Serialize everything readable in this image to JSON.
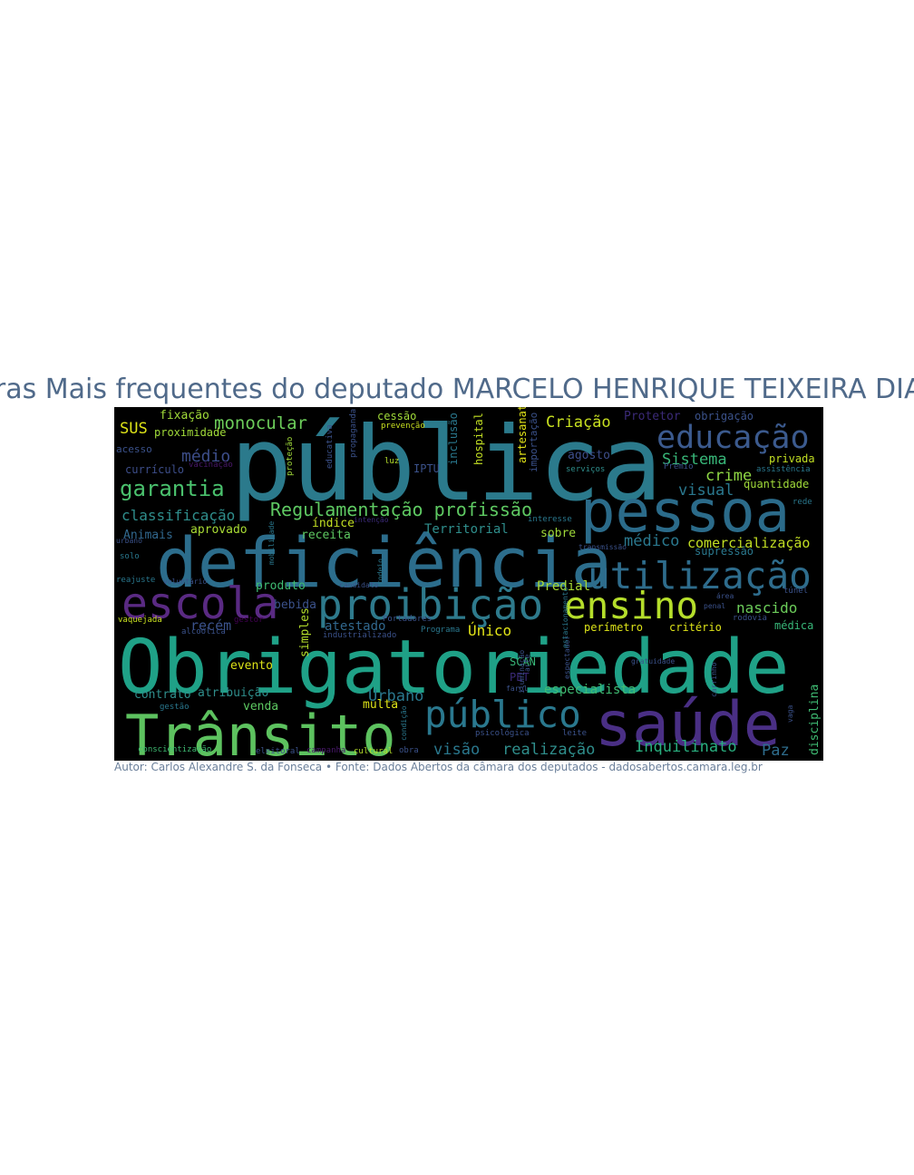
{
  "chart_data": {
    "type": "wordcloud",
    "title": "Palavras Mais frequentes do deputado MARCELO HENRIQUE TEIXEIRA DIAS",
    "caption": "Autor: Carlos Alexandre S. da Fonseca • Fonte: Dados Abertos da câmara dos deputados - dadosabertos.camara.leg.br",
    "colors": {
      "background": "#000000",
      "palette": [
        "#440154",
        "#46327e",
        "#365c8d",
        "#277f8e",
        "#1fa187",
        "#4ac16d",
        "#a0da39",
        "#fde725"
      ]
    },
    "words": [
      {
        "text": "pública",
        "weight": 100,
        "color": "#2b7a8c",
        "orientation": "horizontal"
      },
      {
        "text": "Obrigatoriedade",
        "weight": 88,
        "color": "#1fa187",
        "orientation": "horizontal"
      },
      {
        "text": "deficiência",
        "weight": 78,
        "color": "#2c6d8c",
        "orientation": "horizontal"
      },
      {
        "text": "pessoa",
        "weight": 62,
        "color": "#2b6b8a",
        "orientation": "horizontal"
      },
      {
        "text": "saúde",
        "weight": 66,
        "color": "#4a2f85",
        "orientation": "horizontal"
      },
      {
        "text": "Trânsito",
        "weight": 62,
        "color": "#5dc25f",
        "orientation": "horizontal"
      },
      {
        "text": "escola",
        "weight": 48,
        "color": "#5a2a83",
        "orientation": "horizontal"
      },
      {
        "text": "proibição",
        "weight": 44,
        "color": "#2e7a8c",
        "orientation": "horizontal"
      },
      {
        "text": "utilização",
        "weight": 42,
        "color": "#2e6c8c",
        "orientation": "horizontal"
      },
      {
        "text": "ensino",
        "weight": 42,
        "color": "#b5de2b",
        "orientation": "horizontal"
      },
      {
        "text": "público",
        "weight": 44,
        "color": "#2a788e",
        "orientation": "horizontal"
      },
      {
        "text": "educação",
        "weight": 36,
        "color": "#3b5a8e",
        "orientation": "horizontal"
      },
      {
        "text": "Regulamentação profissão",
        "weight": 22,
        "color": "#5ec962",
        "orientation": "horizontal"
      },
      {
        "text": "garantia",
        "weight": 22,
        "color": "#4ac16d",
        "orientation": "horizontal"
      },
      {
        "text": "monocular",
        "weight": 18,
        "color": "#6ccd5a",
        "orientation": "horizontal"
      },
      {
        "text": "classificação",
        "weight": 18,
        "color": "#2f8e8c",
        "orientation": "horizontal"
      },
      {
        "text": "médio",
        "weight": 17,
        "color": "#3d4e8a",
        "orientation": "horizontal"
      },
      {
        "text": "Sistema",
        "weight": 16,
        "color": "#38b779",
        "orientation": "horizontal"
      },
      {
        "text": "crime",
        "weight": 16,
        "color": "#8fd744",
        "orientation": "horizontal"
      },
      {
        "text": "visual",
        "weight": 16,
        "color": "#2a788e",
        "orientation": "horizontal"
      },
      {
        "text": "médico",
        "weight": 16,
        "color": "#2a788e",
        "orientation": "horizontal"
      },
      {
        "text": "comercialização",
        "weight": 15,
        "color": "#c2df23",
        "orientation": "horizontal"
      },
      {
        "text": "Criação",
        "weight": 16,
        "color": "#c8e020",
        "orientation": "horizontal"
      },
      {
        "text": "SUS",
        "weight": 16,
        "color": "#dde318",
        "orientation": "horizontal"
      },
      {
        "text": "Urbano",
        "weight": 16,
        "color": "#2a788e",
        "orientation": "horizontal"
      },
      {
        "text": "Inquilinato",
        "weight": 16,
        "color": "#29af7f",
        "orientation": "horizontal"
      },
      {
        "text": "visão",
        "weight": 16,
        "color": "#2a788e",
        "orientation": "horizontal"
      },
      {
        "text": "realização",
        "weight": 16,
        "color": "#2f8e8c",
        "orientation": "horizontal"
      },
      {
        "text": "Paz",
        "weight": 16,
        "color": "#2e6c8c",
        "orientation": "horizontal"
      },
      {
        "text": "nascido",
        "weight": 15,
        "color": "#6ccd5a",
        "orientation": "horizontal"
      },
      {
        "text": "Único",
        "weight": 15,
        "color": "#e2e418",
        "orientation": "horizontal"
      },
      {
        "text": "recém",
        "weight": 14,
        "color": "#3b528b",
        "orientation": "horizontal"
      },
      {
        "text": "atestado",
        "weight": 13,
        "color": "#31688e",
        "orientation": "horizontal"
      },
      {
        "text": "Predial",
        "weight": 13,
        "color": "#a8db34",
        "orientation": "horizontal"
      },
      {
        "text": "especialista",
        "weight": 13,
        "color": "#3fbc73",
        "orientation": "horizontal"
      },
      {
        "text": "Territorial",
        "weight": 13,
        "color": "#2f8e8c",
        "orientation": "horizontal"
      },
      {
        "text": "índice",
        "weight": 12,
        "color": "#c2df23",
        "orientation": "horizontal"
      },
      {
        "text": "receita",
        "weight": 12,
        "color": "#5ec962",
        "orientation": "horizontal"
      },
      {
        "text": "Animais",
        "weight": 12,
        "color": "#31688e",
        "orientation": "horizontal"
      },
      {
        "text": "aprovado",
        "weight": 12,
        "color": "#a8db34",
        "orientation": "horizontal"
      },
      {
        "text": "sobre",
        "weight": 12,
        "color": "#a0da39",
        "orientation": "horizontal"
      },
      {
        "text": "agosto",
        "weight": 12,
        "color": "#3d4e8a",
        "orientation": "horizontal"
      },
      {
        "text": "Protetor",
        "weight": 12,
        "color": "#3b2a78",
        "orientation": "horizontal"
      },
      {
        "text": "obrigação",
        "weight": 11,
        "color": "#3b528b",
        "orientation": "horizontal"
      },
      {
        "text": "privada",
        "weight": 11,
        "color": "#c2df23",
        "orientation": "horizontal"
      },
      {
        "text": "quantidade",
        "weight": 11,
        "color": "#a0da39",
        "orientation": "horizontal"
      },
      {
        "text": "supressão",
        "weight": 11,
        "color": "#2a788e",
        "orientation": "horizontal"
      },
      {
        "text": "fixação",
        "weight": 12,
        "color": "#a0da39",
        "orientation": "horizontal"
      },
      {
        "text": "proximidade",
        "weight": 11,
        "color": "#a0da39",
        "orientation": "horizontal"
      },
      {
        "text": "cessão",
        "weight": 11,
        "color": "#a0da39",
        "orientation": "horizontal"
      },
      {
        "text": "prevenção",
        "weight": 8,
        "color": "#c8e020",
        "orientation": "horizontal"
      },
      {
        "text": "acesso",
        "weight": 10,
        "color": "#3b528b",
        "orientation": "horizontal"
      },
      {
        "text": "currículo",
        "weight": 11,
        "color": "#3d4e8a",
        "orientation": "horizontal"
      },
      {
        "text": "vacinação",
        "weight": 8,
        "color": "#48186a",
        "orientation": "horizontal"
      },
      {
        "text": "luz",
        "weight": 8,
        "color": "#b5de2b",
        "orientation": "horizontal"
      },
      {
        "text": "IPTU",
        "weight": 11,
        "color": "#3b528b",
        "orientation": "horizontal"
      },
      {
        "text": "serviços",
        "weight": 8,
        "color": "#2f8e8c",
        "orientation": "horizontal"
      },
      {
        "text": "Prêmio",
        "weight": 8,
        "color": "#3b528b",
        "orientation": "horizontal"
      },
      {
        "text": "assistência",
        "weight": 8,
        "color": "#2a788e",
        "orientation": "horizontal"
      },
      {
        "text": "rede",
        "weight": 8,
        "color": "#2a788e",
        "orientation": "horizontal"
      },
      {
        "text": "produto",
        "weight": 12,
        "color": "#3fbc73",
        "orientation": "horizontal"
      },
      {
        "text": "bebida",
        "weight": 12,
        "color": "#3b528b",
        "orientation": "horizontal"
      },
      {
        "text": "simples",
        "weight": 12,
        "color": "#b5de2b",
        "orientation": "vertical"
      },
      {
        "text": "evento",
        "weight": 12,
        "color": "#dde318",
        "orientation": "horizontal"
      },
      {
        "text": "contrato",
        "weight": 12,
        "color": "#2f8e8c",
        "orientation": "horizontal"
      },
      {
        "text": "atribuição",
        "weight": 12,
        "color": "#2f8e8c",
        "orientation": "horizontal"
      },
      {
        "text": "venda",
        "weight": 12,
        "color": "#5ec962",
        "orientation": "horizontal"
      },
      {
        "text": "multa",
        "weight": 12,
        "color": "#dde318",
        "orientation": "horizontal"
      },
      {
        "text": "SCAN",
        "weight": 11,
        "color": "#38b779",
        "orientation": "horizontal"
      },
      {
        "text": "PET",
        "weight": 11,
        "color": "#3b2a78",
        "orientation": "horizontal"
      },
      {
        "text": "perímetro",
        "weight": 11,
        "color": "#dde318",
        "orientation": "horizontal"
      },
      {
        "text": "critério",
        "weight": 11,
        "color": "#dde318",
        "orientation": "horizontal"
      },
      {
        "text": "médica",
        "weight": 11,
        "color": "#38b779",
        "orientation": "horizontal"
      },
      {
        "text": "disciplina",
        "weight": 12,
        "color": "#3fbc73",
        "orientation": "vertical"
      },
      {
        "text": "inclusão",
        "weight": 11,
        "color": "#2a788e",
        "orientation": "vertical"
      },
      {
        "text": "hospital",
        "weight": 11,
        "color": "#c2df23",
        "orientation": "vertical"
      },
      {
        "text": "artesanato",
        "weight": 11,
        "color": "#e2e418",
        "orientation": "vertical"
      },
      {
        "text": "importação",
        "weight": 10,
        "color": "#3b528b",
        "orientation": "vertical"
      },
      {
        "text": "Programa",
        "weight": 8,
        "color": "#2a788e",
        "orientation": "horizontal"
      },
      {
        "text": "Portadores",
        "weight": 8,
        "color": "#3b528b",
        "orientation": "horizontal"
      },
      {
        "text": "industrializado",
        "weight": 8,
        "color": "#3b528b",
        "orientation": "horizontal"
      },
      {
        "text": "conscientização",
        "weight": 8,
        "color": "#3fbc73",
        "orientation": "horizontal"
      },
      {
        "text": "eleitoral",
        "weight": 8,
        "color": "#3b528b",
        "orientation": "horizontal"
      },
      {
        "text": "campanha",
        "weight": 8,
        "color": "#48186a",
        "orientation": "horizontal"
      },
      {
        "text": "cultural",
        "weight": 8,
        "color": "#b5de2b",
        "orientation": "horizontal"
      },
      {
        "text": "obra",
        "weight": 8,
        "color": "#3b528b",
        "orientation": "horizontal"
      },
      {
        "text": "psicológica",
        "weight": 8,
        "color": "#3b528b",
        "orientation": "horizontal"
      },
      {
        "text": "leite",
        "weight": 8,
        "color": "#3b528b",
        "orientation": "horizontal"
      },
      {
        "text": "alcoólica",
        "weight": 8,
        "color": "#3b528b",
        "orientation": "horizontal"
      },
      {
        "text": "vaquejada",
        "weight": 8,
        "color": "#c8e020",
        "orientation": "horizontal"
      },
      {
        "text": "gestor",
        "weight": 8,
        "color": "#440154",
        "orientation": "horizontal"
      },
      {
        "text": "reajuste",
        "weight": 8,
        "color": "#2a788e",
        "orientation": "horizontal"
      },
      {
        "text": "solo",
        "weight": 8,
        "color": "#2a788e",
        "orientation": "horizontal"
      },
      {
        "text": "urbano",
        "weight": 7,
        "color": "#3b528b",
        "orientation": "horizontal"
      },
      {
        "text": "gestão",
        "weight": 8,
        "color": "#2a788e",
        "orientation": "horizontal"
      },
      {
        "text": "candidato",
        "weight": 7,
        "color": "#3b528b",
        "orientation": "horizontal"
      },
      {
        "text": "educativa",
        "weight": 8,
        "color": "#3b528b",
        "orientation": "vertical"
      },
      {
        "text": "propaganda",
        "weight": 8,
        "color": "#3b528b",
        "orientation": "vertical"
      },
      {
        "text": "proteção",
        "weight": 8,
        "color": "#a0da39",
        "orientation": "vertical"
      },
      {
        "text": "intenção",
        "weight": 7,
        "color": "#3b2a78",
        "orientation": "horizontal"
      },
      {
        "text": "interesse",
        "weight": 8,
        "color": "#2a788e",
        "orientation": "horizontal"
      },
      {
        "text": "transmissão",
        "weight": 7,
        "color": "#3b528b",
        "orientation": "horizontal"
      },
      {
        "text": "penal",
        "weight": 7,
        "color": "#3b528b",
        "orientation": "horizontal"
      },
      {
        "text": "rodovia",
        "weight": 8,
        "color": "#3b528b",
        "orientation": "horizontal"
      },
      {
        "text": "túnel",
        "weight": 8,
        "color": "#3b528b",
        "orientation": "horizontal"
      },
      {
        "text": "área",
        "weight": 7,
        "color": "#3b528b",
        "orientation": "horizontal"
      },
      {
        "text": "gratuidade",
        "weight": 7,
        "color": "#3b528b",
        "orientation": "horizontal"
      },
      {
        "text": "farol",
        "weight": 7,
        "color": "#3b528b",
        "orientation": "horizontal"
      },
      {
        "text": "arte",
        "weight": 7,
        "color": "#3b528b",
        "orientation": "vertical"
      },
      {
        "text": "espectador",
        "weight": 7,
        "color": "#3b528b",
        "orientation": "vertical"
      },
      {
        "text": "iluminação",
        "weight": 7,
        "color": "#3b528b",
        "orientation": "vertical"
      },
      {
        "text": "condição",
        "weight": 7,
        "color": "#2a788e",
        "orientation": "vertical"
      },
      {
        "text": "rodeio",
        "weight": 7,
        "color": "#2a788e",
        "orientation": "vertical"
      },
      {
        "text": "mobilidade",
        "weight": 7,
        "color": "#2a788e",
        "orientation": "vertical"
      },
      {
        "text": "voluntário",
        "weight": 7,
        "color": "#3b528b",
        "orientation": "horizontal"
      },
      {
        "text": "estacionamento",
        "weight": 7,
        "color": "#2a788e",
        "orientation": "vertical"
      },
      {
        "text": "carrinho",
        "weight": 7,
        "color": "#3b528b",
        "orientation": "vertical"
      },
      {
        "text": "vaga",
        "weight": 7,
        "color": "#3b528b",
        "orientation": "vertical"
      }
    ]
  }
}
